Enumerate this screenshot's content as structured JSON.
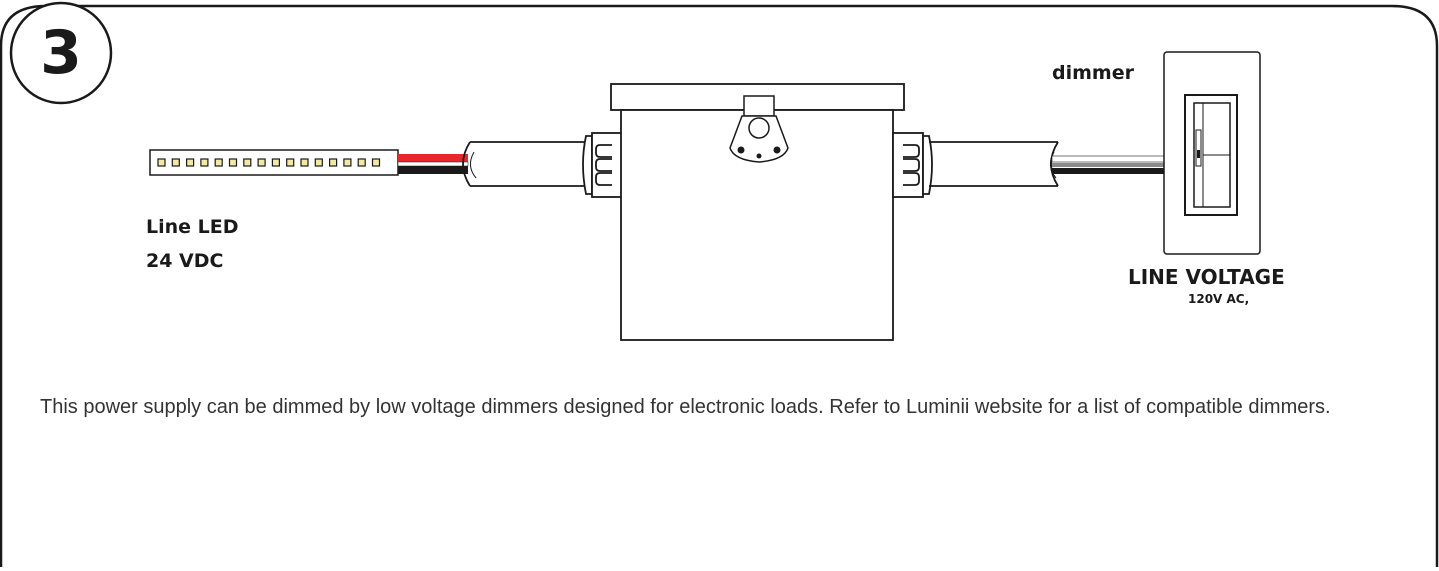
{
  "step": {
    "number": "3"
  },
  "labels": {
    "led_name": "Line LED",
    "led_voltage": "24 VDC",
    "dimmer": "dimmer",
    "line_voltage_title": "LINE VOLTAGE",
    "line_voltage_spec": "120V AC,"
  },
  "note": "This power supply can be dimmed by low voltage dimmers designed for electronic loads. Refer to Luminii website for a list of compatible dimmers.",
  "led_strip": {
    "led_count": 16
  },
  "colors": {
    "outline": "#1a1a1a",
    "wire_red": "#e8272c",
    "wire_black": "#1a1a1a",
    "led": "#f3e9a6",
    "text": "#333333"
  }
}
